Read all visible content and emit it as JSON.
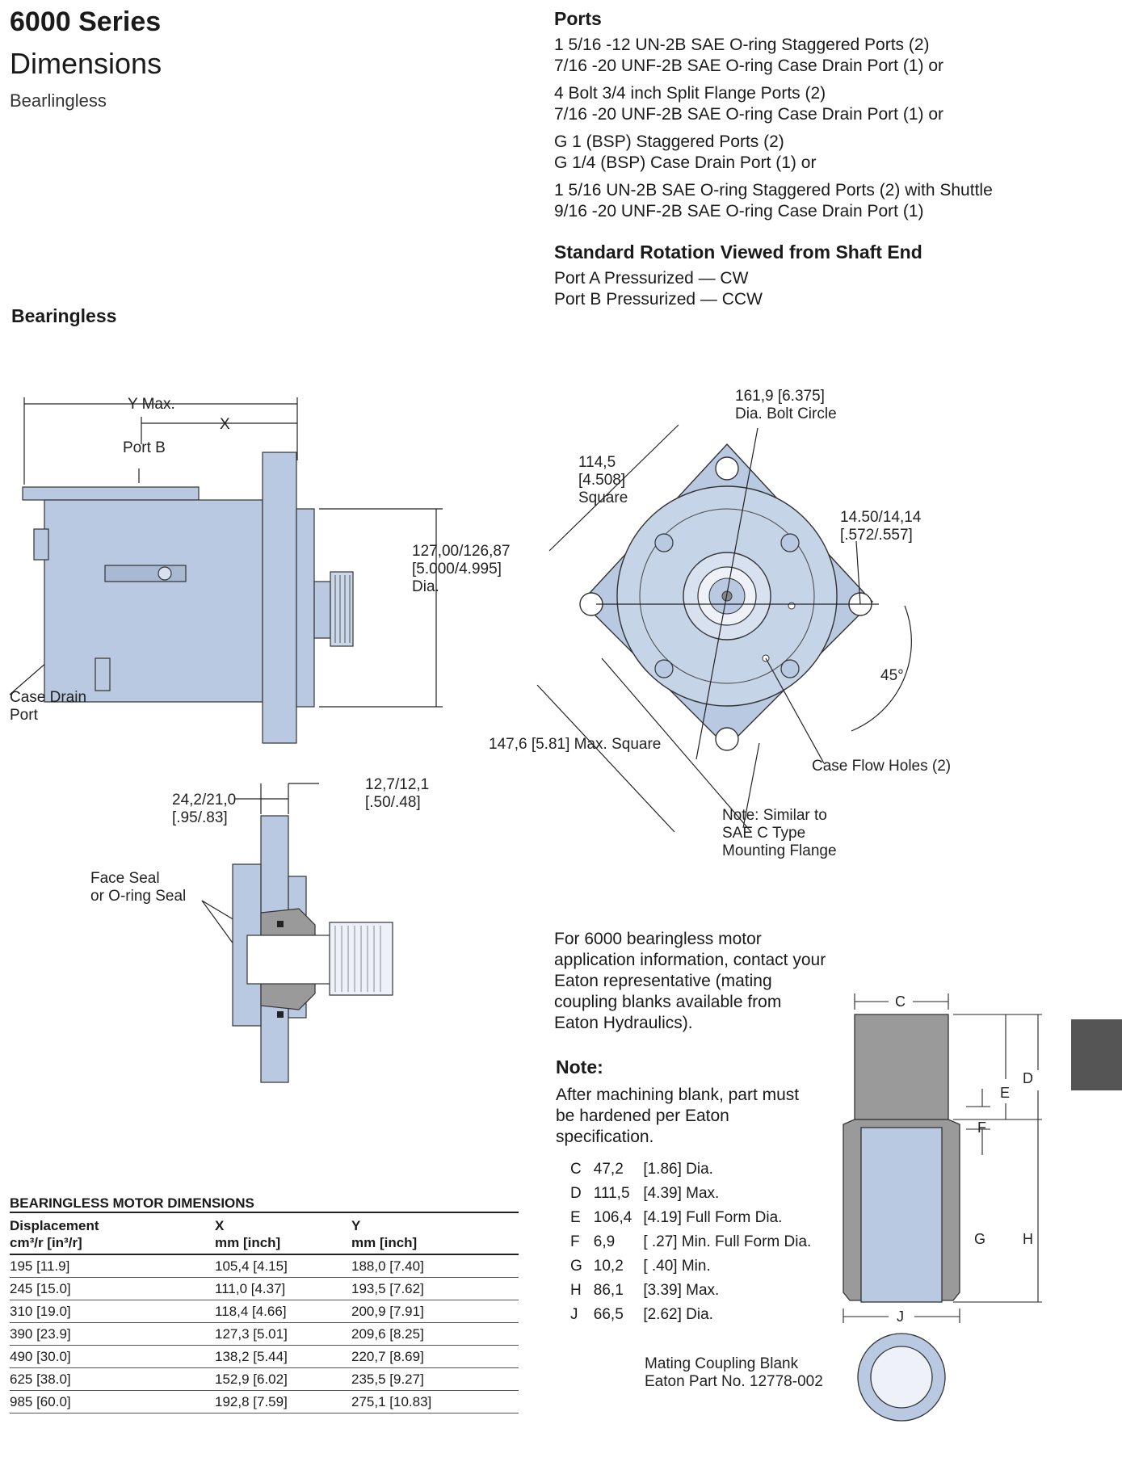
{
  "header": {
    "series": "6000 Series",
    "title": "Dimensions",
    "subtitle": "Bearlingless"
  },
  "section_label": "Bearingless",
  "ports": {
    "heading": "Ports",
    "groups": [
      {
        "line1": "1 5/16 -12 UN-2B SAE O-ring Staggered Ports (2)",
        "line2": "7/16 -20 UNF-2B SAE O-ring Case Drain Port (1) or"
      },
      {
        "line1": "4 Bolt 3/4 inch Split Flange Ports (2)",
        "line2": "7/16 -20 UNF-2B SAE O-ring Case Drain Port (1) or"
      },
      {
        "line1": "G 1 (BSP) Staggered Ports (2)",
        "line2": "G 1/4 (BSP)  Case Drain Port (1) or"
      },
      {
        "line1": "1 5/16 UN-2B SAE O-ring Staggered Ports (2)  with Shuttle",
        "line2": "9/16 -20 UNF-2B SAE O-ring Case Drain Port (1)"
      }
    ]
  },
  "rotation": {
    "heading": "Standard Rotation Viewed from Shaft End",
    "line1": "Port A Pressurized — CW",
    "line2": "Port B Pressurized — CCW"
  },
  "side_view": {
    "y_max": "Y Max.",
    "x": "X",
    "port_b": "Port B",
    "dia_l1": "127,00/126,87",
    "dia_l2": "[5.000/4.995]",
    "dia_l3": "Dia.",
    "case_drain_l1": "Case Drain",
    "case_drain_l2": "Port"
  },
  "front_view": {
    "bolt_l1": "161,9 [6.375]",
    "bolt_l2": "Dia. Bolt Circle",
    "sq_l1": "114,5",
    "sq_l2": "[4.508]",
    "sq_l3": "Square",
    "hole_l1": "14.50/14,14",
    "hole_l2": "[.572/.557]",
    "angle": "45°",
    "max_square": "147,6 [5.81] Max. Square",
    "case_flow": "Case Flow Holes (2)",
    "note_l1": "Note: Similar to",
    "note_l2": "SAE C Type",
    "note_l3": "Mounting Flange"
  },
  "section_view": {
    "d1_l1": "24,2/21,0",
    "d1_l2": "[.95/.83]",
    "d2_l1": "12,7/12,1",
    "d2_l2": "[.50/.48]",
    "seal_l1": "Face Seal",
    "seal_l2": "or O-ring Seal"
  },
  "info": {
    "paragraph": "For 6000 bearingless motor application information, contact your Eaton representative (mating coupling blanks available from Eaton Hydraulics).",
    "note_heading": "Note:",
    "note_text": "After machining blank, part must be hardened per Eaton specification."
  },
  "coupling_dims": [
    {
      "letter": "C",
      "mm": "47,2",
      "inch": "[1.86] Dia."
    },
    {
      "letter": "D",
      "mm": "111,5",
      "inch": "[4.39] Max."
    },
    {
      "letter": "E",
      "mm": "106,4",
      "inch": "[4.19] Full Form Dia."
    },
    {
      "letter": "F",
      "mm": "6,9",
      "inch": "[ .27] Min. Full Form Dia."
    },
    {
      "letter": "G",
      "mm": "10,2",
      "inch": "[ .40] Min."
    },
    {
      "letter": "H",
      "mm": "86,1",
      "inch": "[3.39] Max."
    },
    {
      "letter": "J",
      "mm": "66,5",
      "inch": "[2.62] Dia."
    }
  ],
  "coupling_labels": {
    "c": "C",
    "d": "D",
    "e": "E",
    "f": "F",
    "g": "G",
    "h": "H",
    "j": "J"
  },
  "coupling_caption": {
    "line1": "Mating Coupling Blank",
    "line2": "Eaton Part No. 12778-002"
  },
  "table": {
    "title": "BEARINGLESS MOTOR DIMENSIONS",
    "h1_l1": "Displacement",
    "h1_l2": "cm³/r [in³/r]",
    "h2_l1": "X",
    "h2_l2": "mm [inch]",
    "h3_l1": "Y",
    "h3_l2": "mm [inch]",
    "rows": [
      [
        "195 [11.9]",
        "105,4 [4.15]",
        "188,0 [7.40]"
      ],
      [
        "245 [15.0]",
        "111,0 [4.37]",
        "193,5 [7.62]"
      ],
      [
        "310 [19.0]",
        "118,4 [4.66]",
        "200,9 [7.91]"
      ],
      [
        "390 [23.9]",
        "127,3 [5.01]",
        "209,6 [8.25]"
      ],
      [
        "490 [30.0]",
        "138,2 [5.44]",
        "220,7 [8.69]"
      ],
      [
        "625 [38.0]",
        "152,9 [6.02]",
        "235,5 [9.27]"
      ],
      [
        "985 [60.0]",
        "192,8 [7.59]",
        "275,1 [10.83]"
      ]
    ]
  },
  "colors": {
    "part_fill": "#b8c9e1",
    "section_fill": "#9a9a9a",
    "tab": "#555555"
  }
}
